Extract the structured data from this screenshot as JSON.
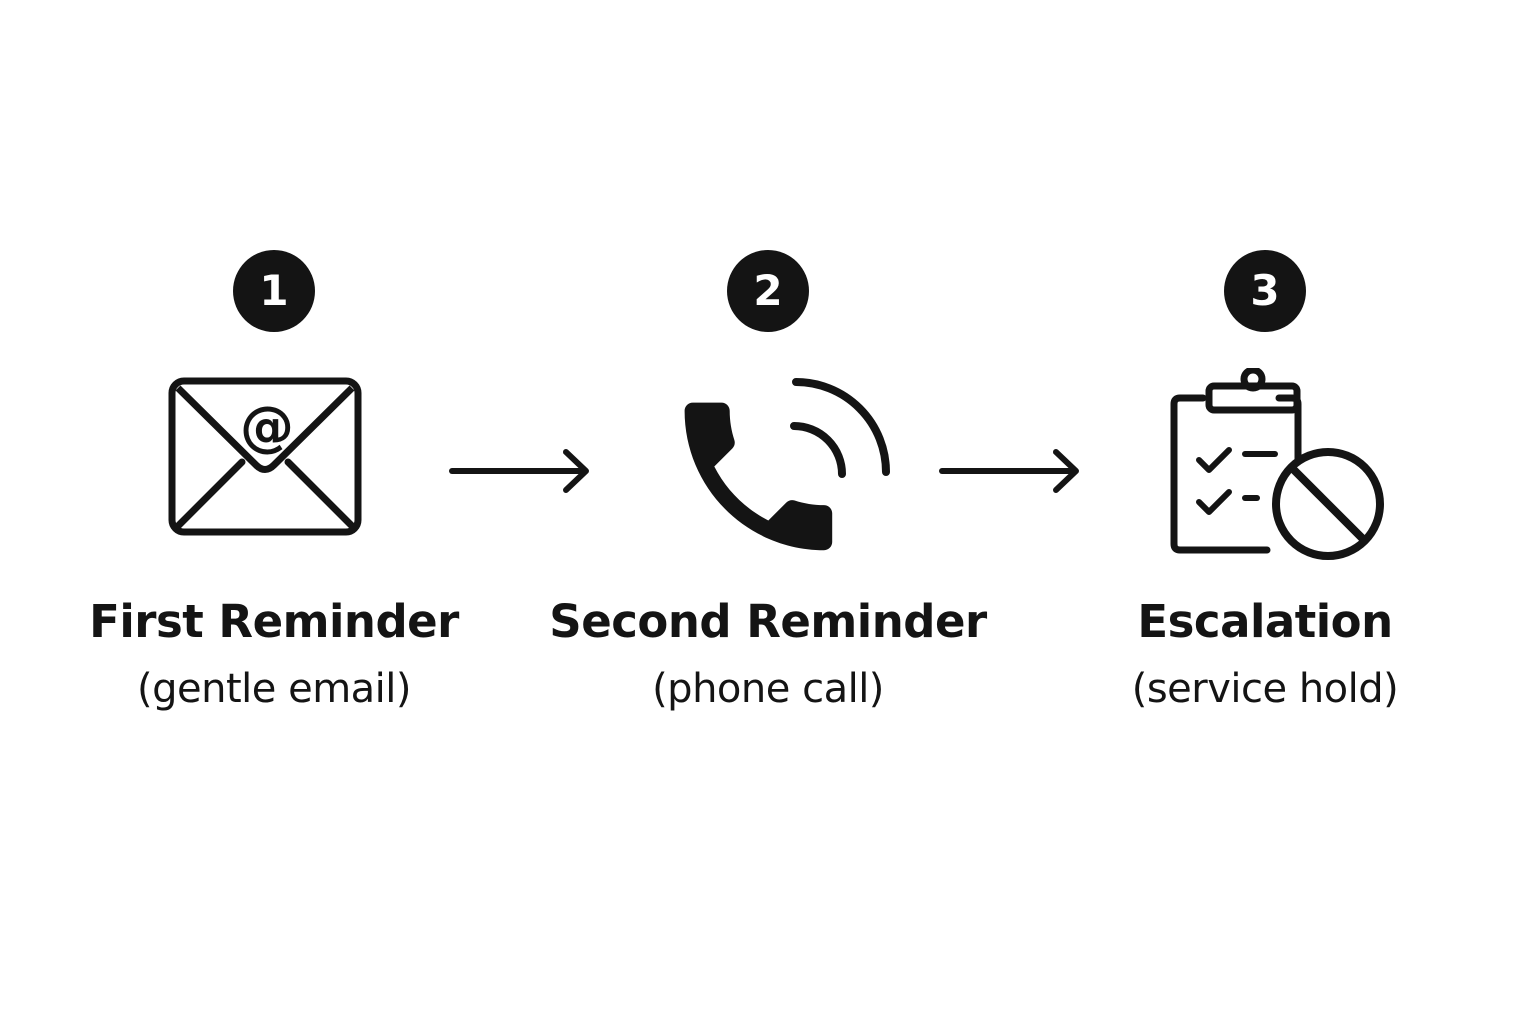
{
  "steps": [
    {
      "number": "1",
      "title": "First Reminder",
      "subtitle": "(gentle email)",
      "icon": "envelope-at-icon"
    },
    {
      "number": "2",
      "title": "Second Reminder",
      "subtitle": "(phone call)",
      "icon": "phone-call-icon"
    },
    {
      "number": "3",
      "title": "Escalation",
      "subtitle": "(service hold)",
      "icon": "clipboard-blocked-icon"
    }
  ],
  "icon_glyphs": {
    "at_sign": "@"
  },
  "colors": {
    "ink": "#141414",
    "background": "#ffffff"
  }
}
